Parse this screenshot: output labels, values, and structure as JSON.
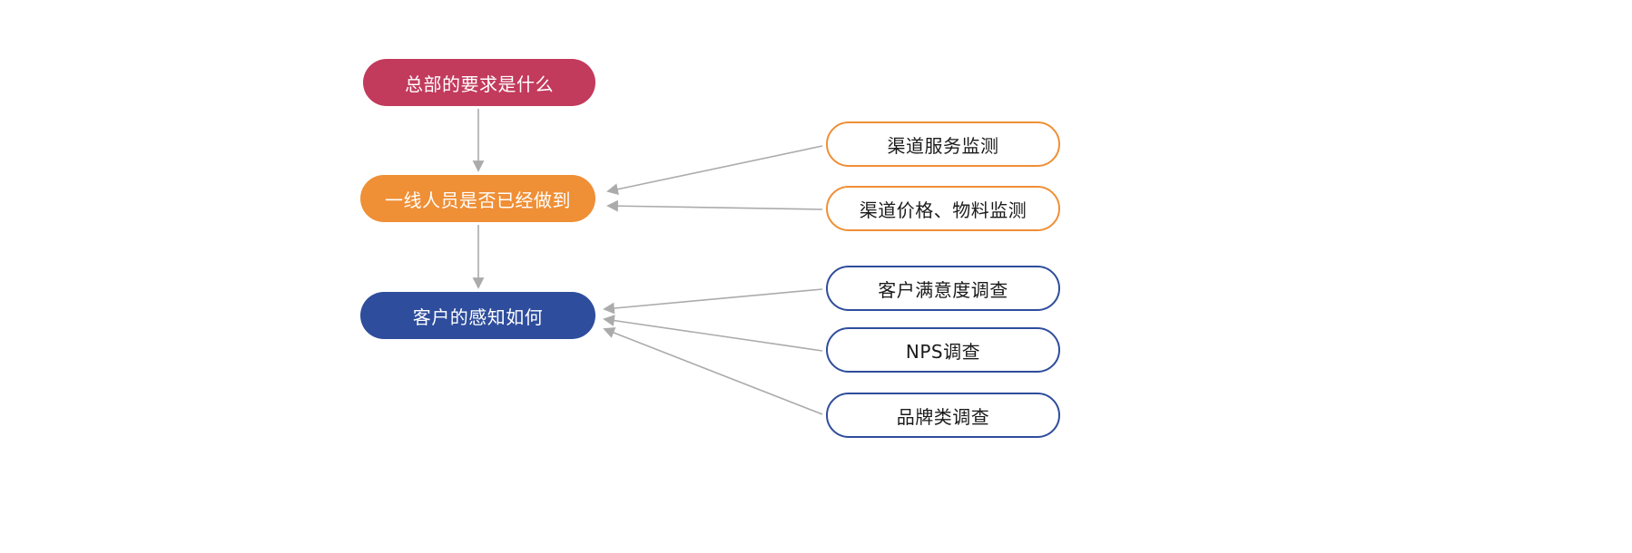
{
  "diagram": {
    "type": "flowchart",
    "nodes": {
      "hq": {
        "label": "总部的要求是什么",
        "fill": "#c23a5c",
        "text_color": "#ffffff"
      },
      "frontline": {
        "label": "一线人员是否已经做到",
        "fill": "#ef8f36",
        "text_color": "#ffffff"
      },
      "customer": {
        "label": "客户的感知如何",
        "fill": "#2e4d9c",
        "text_color": "#ffffff"
      },
      "channel_service": {
        "label": "渠道服务监测",
        "border_color": "#ef8f36"
      },
      "channel_price": {
        "label": "渠道价格、物料监测",
        "border_color": "#ef8f36"
      },
      "satisfaction": {
        "label": "客户满意度调查",
        "border_color": "#2e4d9c"
      },
      "nps": {
        "label": "NPS调查",
        "border_color": "#2e4d9c"
      },
      "brand": {
        "label": "品牌类调查",
        "border_color": "#2e4d9c"
      }
    },
    "edges": [
      {
        "from": "hq",
        "to": "frontline"
      },
      {
        "from": "frontline",
        "to": "customer"
      },
      {
        "from": "channel_service",
        "to": "frontline"
      },
      {
        "from": "channel_price",
        "to": "frontline"
      },
      {
        "from": "satisfaction",
        "to": "customer"
      },
      {
        "from": "nps",
        "to": "customer"
      },
      {
        "from": "brand",
        "to": "customer"
      }
    ],
    "colors": {
      "red": "#c23a5c",
      "orange": "#ef8f36",
      "blue": "#2e4d9c",
      "arrow": "#ababab",
      "background": "#ffffff"
    }
  }
}
